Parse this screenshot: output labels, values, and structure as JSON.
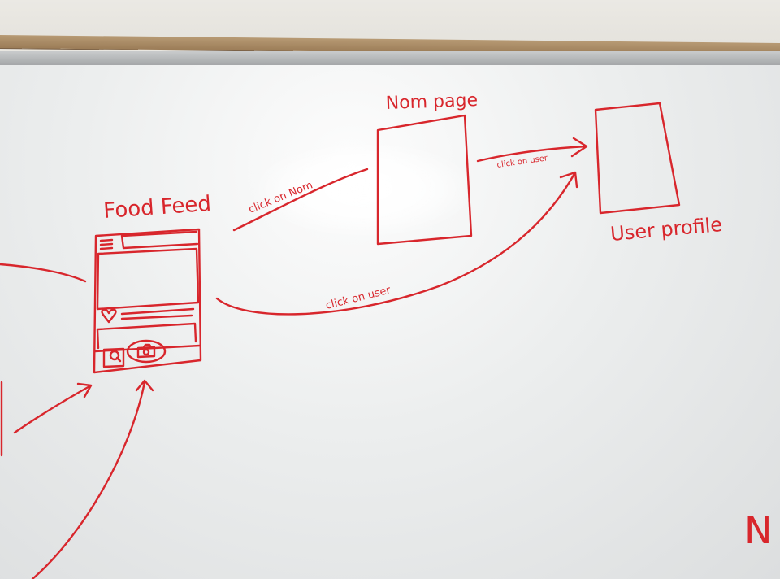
{
  "colors": {
    "marker": "#d8262c",
    "board": "#eceeee",
    "tray": "#b79a74"
  },
  "labels": {
    "food_feed": "Food Feed",
    "nom_page": "Nom page",
    "user_profile": "User profile",
    "click_on_nom": "click on Nom",
    "click_on_user_top": "click on user",
    "click_on_user_bottom": "click on user"
  },
  "edge_letter": "N"
}
